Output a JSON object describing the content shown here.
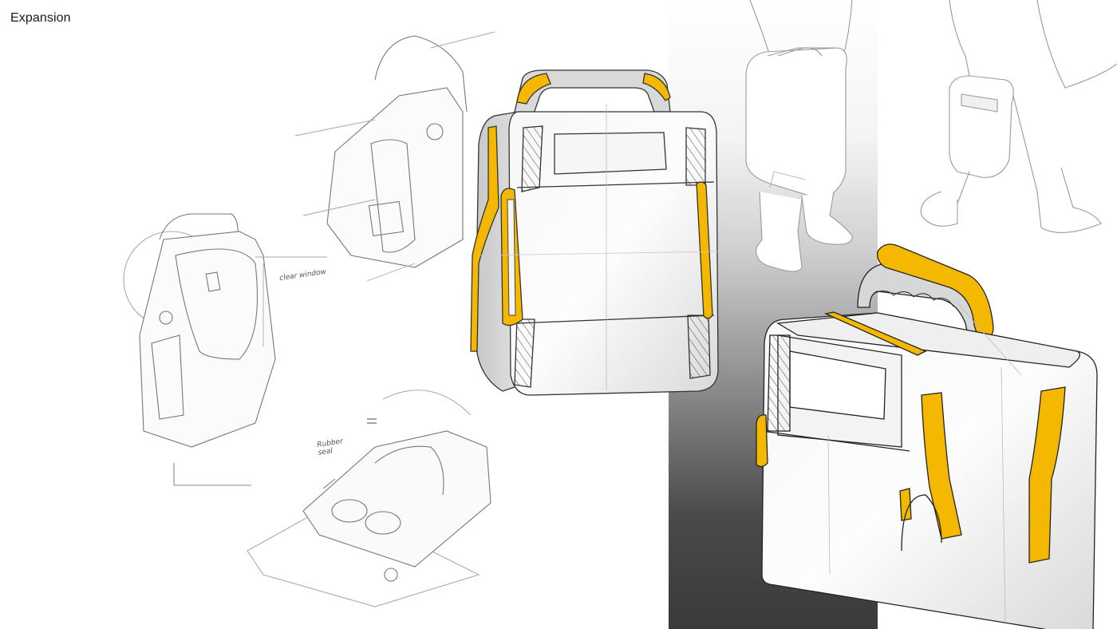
{
  "page": {
    "title": "Expansion"
  },
  "annotations": {
    "clear_window": "clear window",
    "rubber_seal": "Rubber seal"
  },
  "colors": {
    "accent_yellow": "#F5B800",
    "sketch_line": "#555555",
    "body_fill": "#ececec",
    "band_dark": "#3a3a3a"
  },
  "sketches": [
    {
      "id": "sketch-bag-side-1",
      "kind": "pencil sketch"
    },
    {
      "id": "sketch-bag-open-top",
      "kind": "pencil sketch"
    },
    {
      "id": "sketch-case-tray",
      "kind": "pencil sketch"
    },
    {
      "id": "render-bag-front",
      "kind": "colored render"
    },
    {
      "id": "render-bag-angled",
      "kind": "colored render"
    },
    {
      "id": "figure-person-holding-bag",
      "kind": "figure sketch"
    },
    {
      "id": "figure-person-walking",
      "kind": "figure sketch"
    }
  ]
}
